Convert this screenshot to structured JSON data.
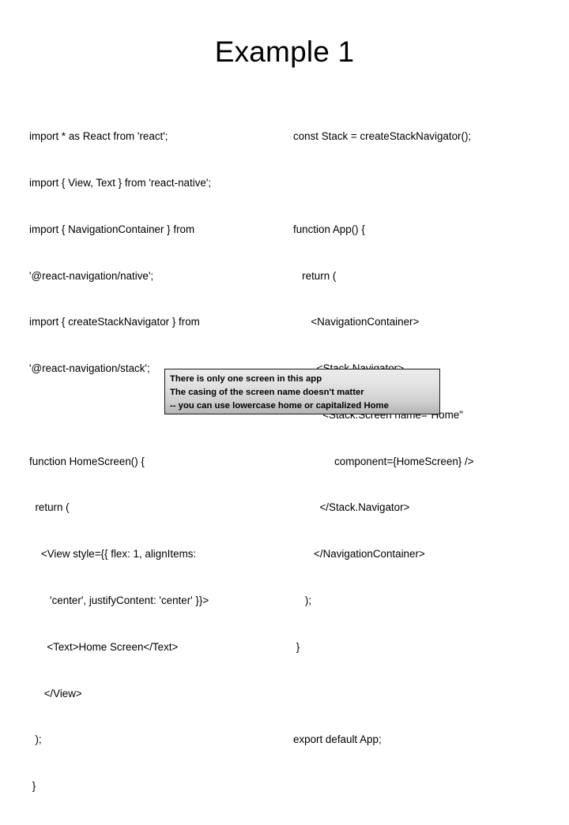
{
  "slide": {
    "title": "Example 1",
    "background_color": "#ffffff",
    "text_color": "#000000"
  },
  "code_left": {
    "lines": [
      "import * as React from 'react';",
      "import { View, Text } from 'react-native';",
      "import { NavigationContainer } from",
      "'@react-navigation/native';",
      "import { createStackNavigator } from",
      "'@react-navigation/stack';",
      "",
      "function HomeScreen() {",
      "  return (",
      "    <View style={{ flex: 1, alignItems:",
      "       'center', justifyContent: 'center' }}>",
      "      <Text>Home Screen</Text>",
      "     </View>",
      "  );",
      " }"
    ]
  },
  "code_right": {
    "lines": [
      "const Stack = createStackNavigator();",
      "",
      "function App() {",
      "   return (",
      "      <NavigationContainer>",
      "        <Stack.Navigator>",
      "          <Stack.Screen name=\"Home\"",
      "              component={HomeScreen} />",
      "         </Stack.Navigator>",
      "       </NavigationContainer>",
      "    );",
      " }",
      "",
      "export default App;"
    ]
  },
  "callout": {
    "border_color": "#1a1a1a",
    "gradient_top": "#ececec",
    "gradient_bottom": "#b4b4b4",
    "lines": [
      "There is only one screen in this app",
      "The casing of the screen name doesn't matter",
      "-- you can use lowercase home or capitalized Home"
    ]
  }
}
